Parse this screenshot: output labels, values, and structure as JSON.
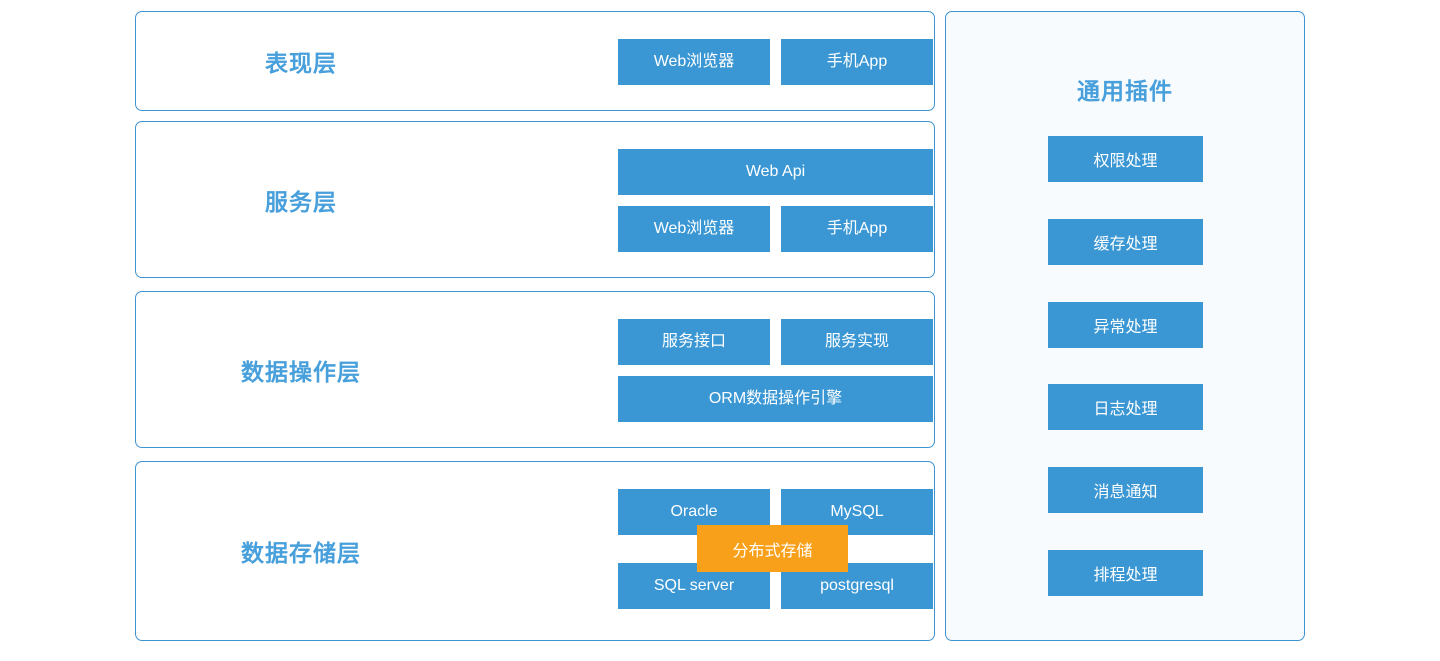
{
  "diagram": {
    "colors": {
      "box_blue": "#3a97d4",
      "box_orange": "#f9a01b",
      "panel_border": "#3f93d2",
      "title_blue": "#479fdb",
      "plugin_panel_bg": "#f8fbfe"
    },
    "layers": [
      {
        "title": "表现层",
        "boxes": [
          {
            "label": "Web浏览器",
            "col": "left",
            "row": 1
          },
          {
            "label": "手机App",
            "col": "right",
            "row": 1
          }
        ]
      },
      {
        "title": "服务层",
        "boxes": [
          {
            "label": "Web Api",
            "col": "full",
            "row": 1
          },
          {
            "label": "Web浏览器",
            "col": "left",
            "row": 2
          },
          {
            "label": "手机App",
            "col": "right",
            "row": 2
          }
        ]
      },
      {
        "title": "数据操作层",
        "boxes": [
          {
            "label": "服务接口",
            "col": "left",
            "row": 1
          },
          {
            "label": "服务实现",
            "col": "right",
            "row": 1
          },
          {
            "label": "ORM数据操作引擎",
            "col": "full",
            "row": 2
          }
        ]
      },
      {
        "title": "数据存储层",
        "boxes": [
          {
            "label": "Oracle",
            "col": "left",
            "row": 1
          },
          {
            "label": "MySQL",
            "col": "right",
            "row": 1
          },
          {
            "label": "SQL server",
            "col": "left",
            "row": 2
          },
          {
            "label": "postgresql",
            "col": "right",
            "row": 2
          }
        ],
        "overlay": {
          "label": "分布式存储"
        }
      }
    ],
    "plugins": {
      "title": "通用插件",
      "items": [
        {
          "label": "权限处理"
        },
        {
          "label": "缓存处理"
        },
        {
          "label": "异常处理"
        },
        {
          "label": "日志处理"
        },
        {
          "label": "消息通知"
        },
        {
          "label": "排程处理"
        }
      ]
    }
  }
}
